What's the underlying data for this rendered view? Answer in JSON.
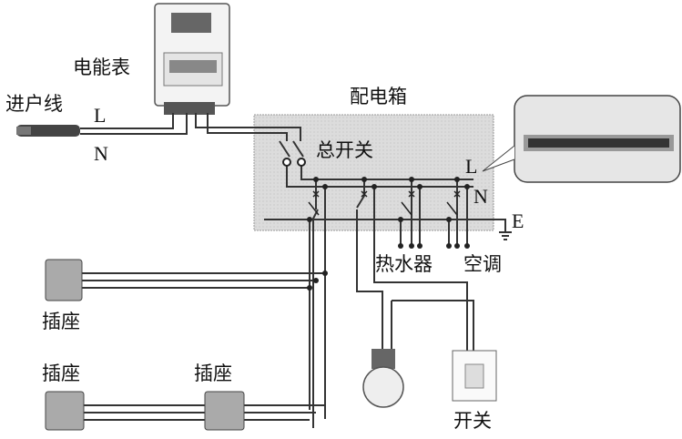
{
  "labels": {
    "meter": "电能表",
    "service_line": "进户线",
    "line_L": "L",
    "line_N": "N",
    "distribution_box": "配电箱",
    "main_switch": "总开关",
    "bus_L": "L",
    "bus_N": "N",
    "bus_E": "E",
    "water_heater": "热水器",
    "air_conditioner": "空调",
    "socket_1": "插座",
    "socket_2": "插座",
    "socket_3": "插座",
    "switch": "开关"
  },
  "colors": {
    "wire": "#333333",
    "box": "#d8d8d8"
  }
}
